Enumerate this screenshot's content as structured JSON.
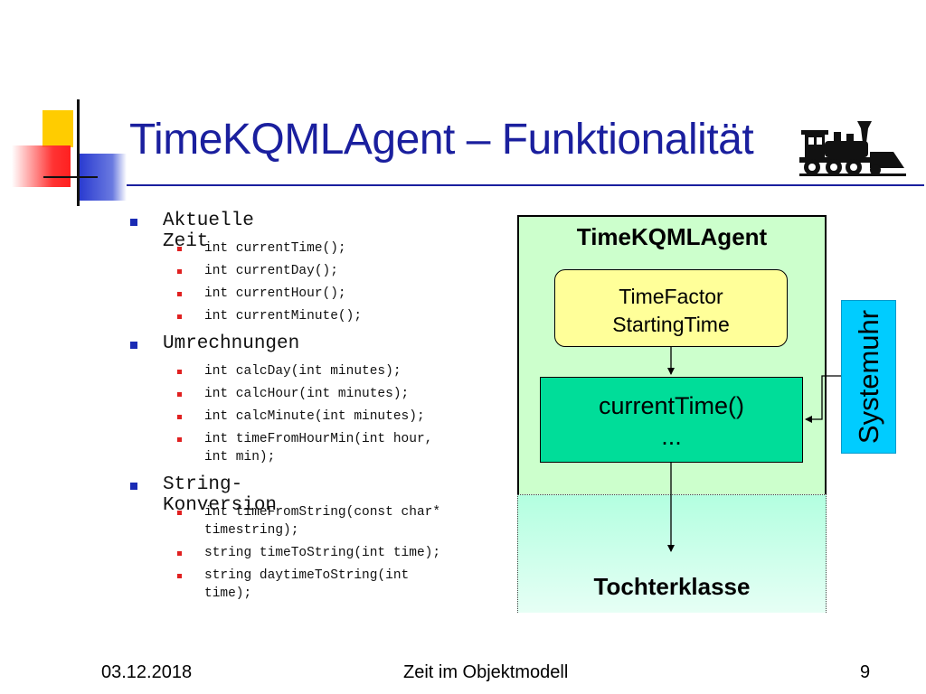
{
  "title": "TimeKQMLAgent – Funktionalität",
  "sections": [
    {
      "heading": "Aktuelle Zeit",
      "items": [
        "int currentTime();",
        "int currentDay();",
        "int currentHour();",
        "int currentMinute();"
      ]
    },
    {
      "heading": "Umrechnungen",
      "items": [
        "int calcDay(int minutes);",
        "int calcHour(int minutes);",
        "int calcMinute(int minutes);",
        "int timeFromHourMin(int hour,",
        "int min);"
      ]
    },
    {
      "heading": "String-Konversion",
      "items": [
        "int timeFromString(const char*",
        "timestring);",
        "string timeToString(int time);",
        "string daytimeToString(int",
        "time);"
      ]
    }
  ],
  "diagram": {
    "agent_label": "TimeKQMLAgent",
    "yellow_line1": "TimeFactor",
    "yellow_line2": "StartingTime",
    "green_line1": "currentTime()",
    "green_line2": "...",
    "child_label": "Tochterklasse",
    "clock_label": "Systemuhr"
  },
  "footer": {
    "date": "03.12.2018",
    "center": "Zeit im Objektmodell",
    "page": "9"
  },
  "colors": {
    "title": "#1a1f9e",
    "bullet_l1": "#1a2bb4",
    "bullet_l2": "#e02020",
    "agent_bg": "#ccffcc",
    "yellow_box": "#ffff99",
    "green_box": "#00dd99",
    "clock_bg": "#00ccff"
  }
}
